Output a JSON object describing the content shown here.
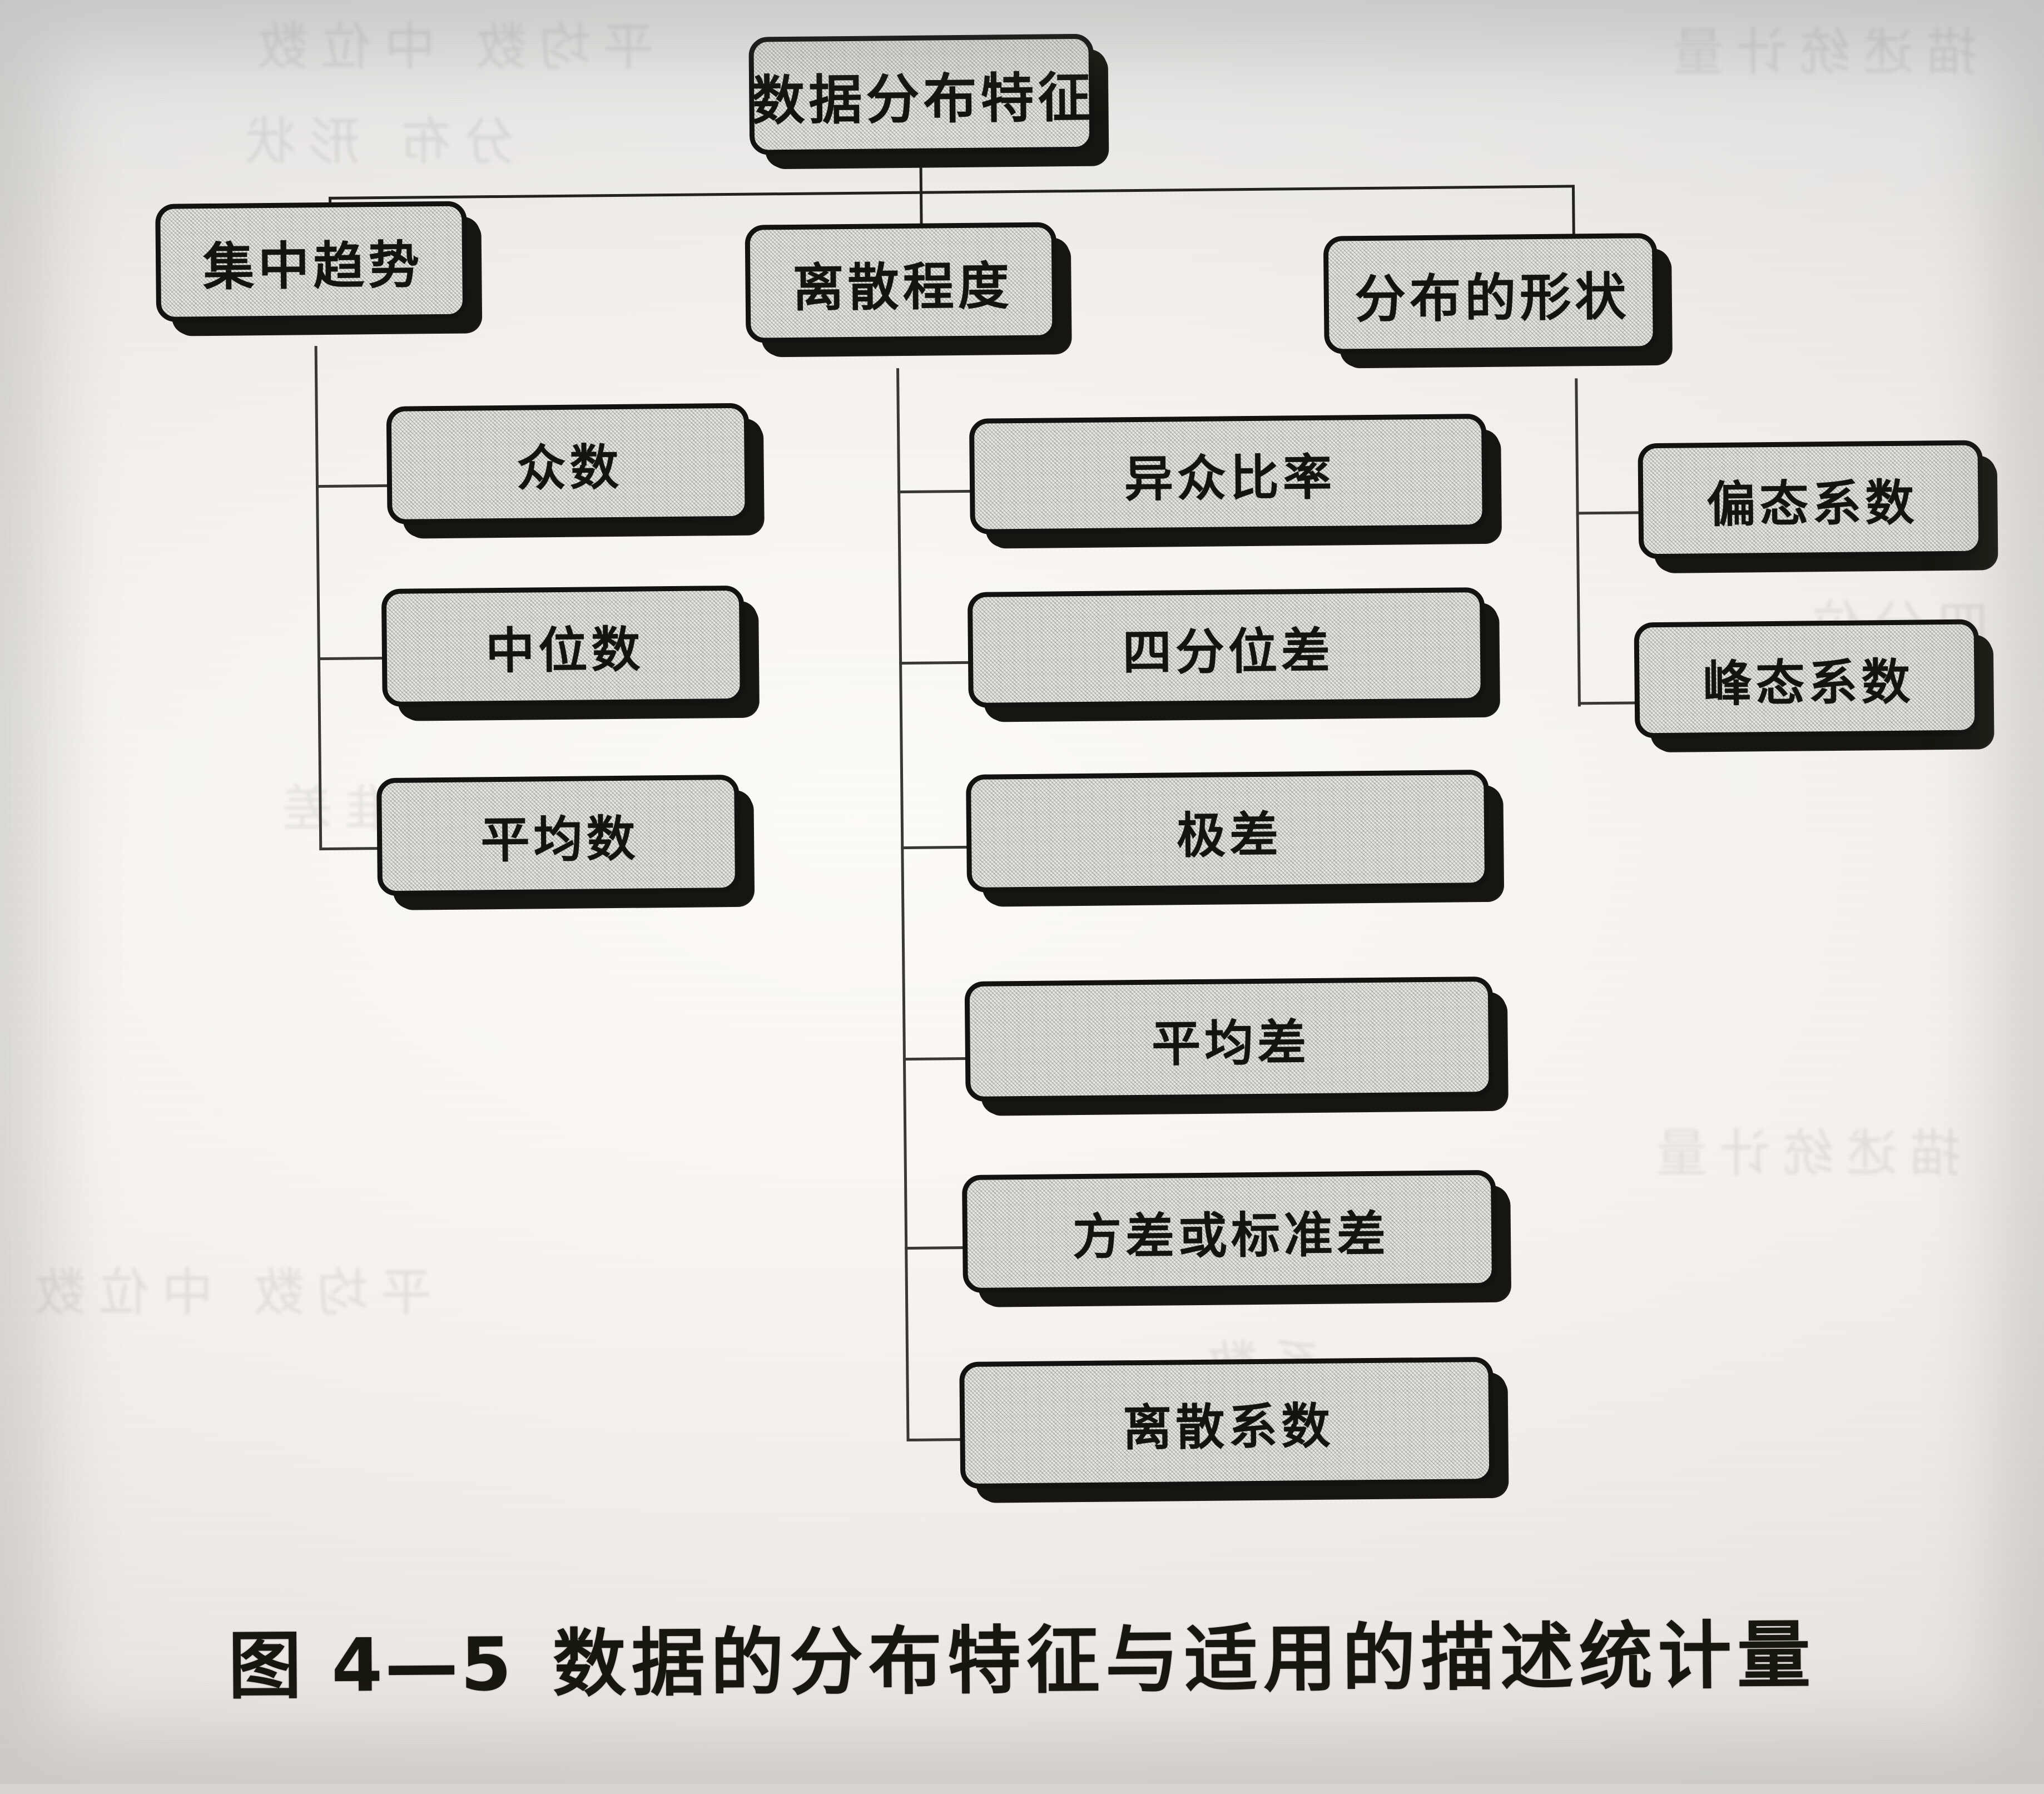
{
  "figure": {
    "caption_number": "图 4—5",
    "caption_title": "数据的分布特征与适用的描述统计量"
  },
  "diagram": {
    "type": "tree",
    "orientation": "top-down-then-right",
    "root": {
      "label": "数据分布特征"
    },
    "branches": [
      {
        "parent": "集中趋势",
        "children": [
          {
            "label": "众数"
          },
          {
            "label": "中位数"
          },
          {
            "label": "平均数"
          }
        ]
      },
      {
        "parent": "离散程度",
        "children": [
          {
            "label": "异众比率"
          },
          {
            "label": "四分位差"
          },
          {
            "label": "极差"
          },
          {
            "label": "平均差"
          },
          {
            "label": "方差或标准差"
          },
          {
            "label": "离散系数"
          }
        ]
      },
      {
        "parent": "分布的形状",
        "children": [
          {
            "label": "偏态系数"
          },
          {
            "label": "峰态系数"
          }
        ]
      }
    ]
  },
  "colors": {
    "paper": "#e9e6e2",
    "box_fill": "#e7e5e1",
    "box_border": "#131211",
    "box_shadow": "#16150f",
    "text": "#141310",
    "connector": "#24221f"
  },
  "bleed_through": {
    "lines": [
      "描述统计量",
      "平均数 中位数",
      "分布 形状",
      "四分位",
      "标准差",
      "系数"
    ]
  }
}
